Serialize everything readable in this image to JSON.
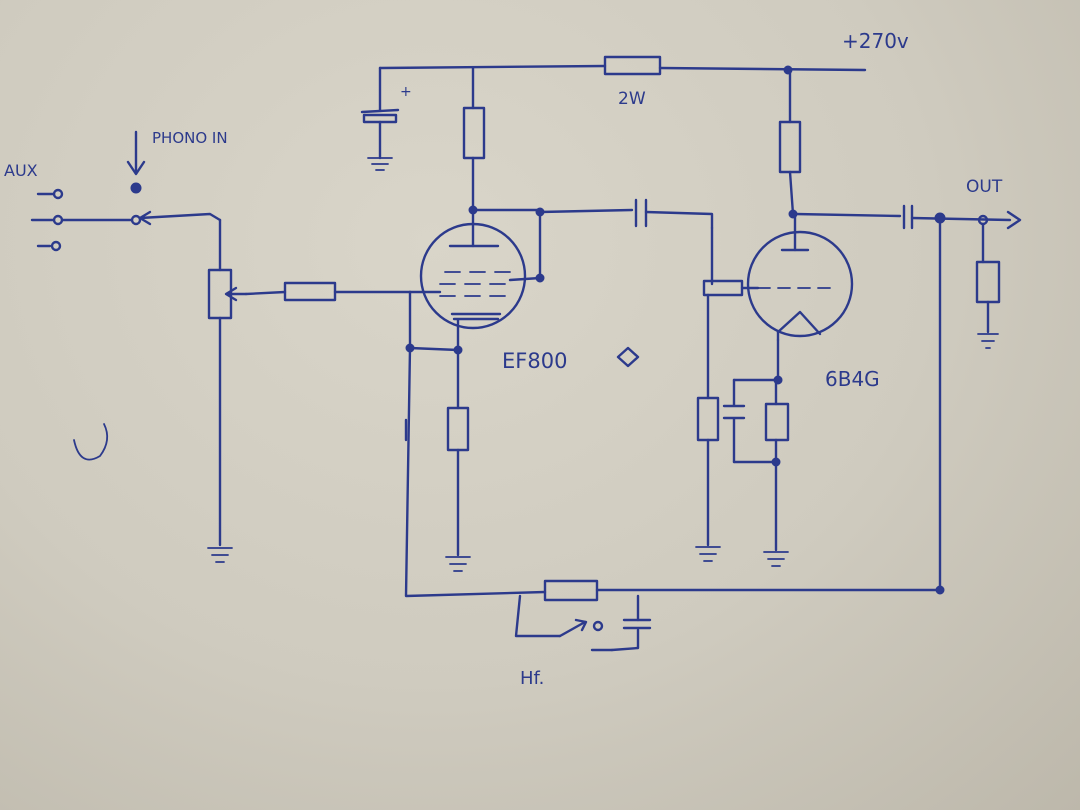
{
  "labels": {
    "supply": "+270v",
    "dropper_rating": "2W",
    "phono_in": "PHONO IN",
    "aux": "AUX",
    "out": "OUT",
    "tube1": "EF800",
    "tube2": "6B4G",
    "hf": "Hf.",
    "plus": "+"
  },
  "colors": {
    "ink": "#2c3a8c",
    "paper": "#d6d2c6"
  }
}
